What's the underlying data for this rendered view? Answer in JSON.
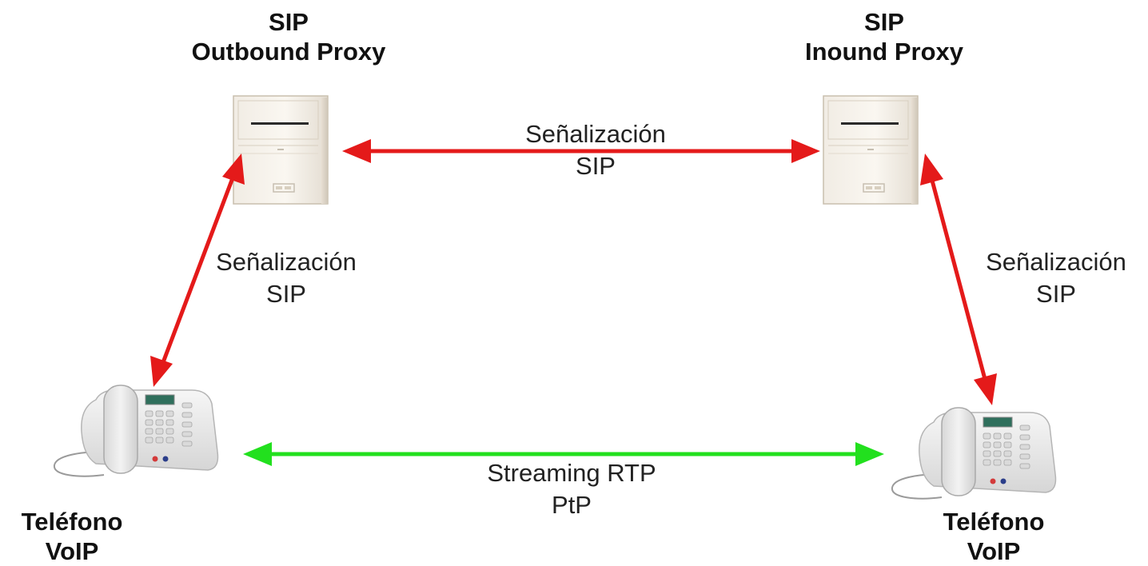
{
  "nodes": {
    "outbound_proxy": {
      "line1": "SIP",
      "line2": "Outbound Proxy",
      "icon": "server-icon"
    },
    "inbound_proxy": {
      "line1": "SIP",
      "line2": "Inound Proxy",
      "icon": "server-icon"
    },
    "phone_left": {
      "line1": "Teléfono",
      "line2": "VoIP",
      "icon": "phone-icon"
    },
    "phone_right": {
      "line1": "Teléfono",
      "line2": "VoIP",
      "icon": "phone-icon"
    }
  },
  "edges": {
    "proxy_to_proxy": {
      "line1": "Señalización",
      "line2": "SIP",
      "color": "#e41a1a"
    },
    "outbound_to_phone": {
      "line1": "Señalización",
      "line2": "SIP",
      "color": "#e41a1a"
    },
    "inbound_to_phone": {
      "line1": "Señalización",
      "line2": "SIP",
      "color": "#e41a1a"
    },
    "phone_to_phone": {
      "line1": "Streaming RTP",
      "line2": "PtP",
      "color": "#22e01e"
    }
  }
}
